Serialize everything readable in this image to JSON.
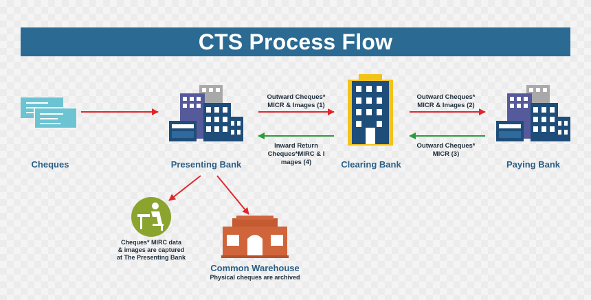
{
  "title": "CTS Process Flow",
  "nodes": {
    "cheques": "Cheques",
    "presenting_bank": "Presenting Bank",
    "clearing_bank": "Clearing  Bank",
    "paying_bank": "Paying Bank",
    "common_warehouse": "Common Warehouse"
  },
  "edges": {
    "outward_1": [
      "Outward Cheques*",
      "MICR & Images (1)"
    ],
    "outward_2": [
      "Outward Cheques*",
      "MICR & Images (2)"
    ],
    "inward_4": [
      "Inward Return",
      "Cheques*MIRC & I",
      "mages (4)"
    ],
    "outward_3": [
      "Outward Cheques*",
      "MICR (3)"
    ]
  },
  "notes": {
    "capture": [
      "Cheques* MIRC data",
      "& images are captured",
      "at The Presenting Bank"
    ],
    "archive": "Physical cheques are archived"
  },
  "colors": {
    "title_bar": "#2b6b93",
    "label": "#2b5f86",
    "arrow_red": "#e0262b",
    "arrow_green": "#2d9a3e",
    "cheque": "#6cc4d3",
    "building_navy": "#1f4d7a",
    "building_purple": "#555a9b",
    "building_grey": "#a9a9a9",
    "clearing_yellow": "#f2c31b",
    "capture_green": "#8aa42e",
    "warehouse_orange": "#d0643a"
  },
  "icons": [
    "cheques-icon",
    "presenting-bank-icon",
    "clearing-bank-icon",
    "paying-bank-icon",
    "data-capture-icon",
    "warehouse-icon"
  ]
}
